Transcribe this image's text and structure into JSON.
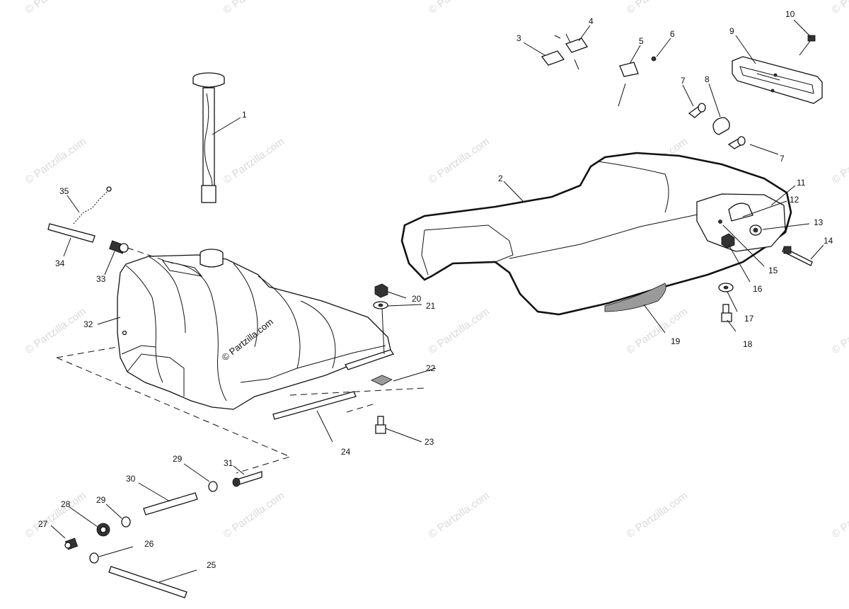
{
  "watermark_text": "© Partzilla.com",
  "tank_label": "© Partzilla.com",
  "callouts": [
    {
      "id": "1",
      "text": "1"
    },
    {
      "id": "2",
      "text": "2"
    },
    {
      "id": "3",
      "text": "3"
    },
    {
      "id": "4",
      "text": "4"
    },
    {
      "id": "5",
      "text": "5"
    },
    {
      "id": "6",
      "text": "6"
    },
    {
      "id": "7a",
      "text": "7"
    },
    {
      "id": "7b",
      "text": "7"
    },
    {
      "id": "8",
      "text": "8"
    },
    {
      "id": "9",
      "text": "9"
    },
    {
      "id": "10",
      "text": "10"
    },
    {
      "id": "11",
      "text": "11"
    },
    {
      "id": "12",
      "text": "12"
    },
    {
      "id": "13",
      "text": "13"
    },
    {
      "id": "14",
      "text": "14"
    },
    {
      "id": "15",
      "text": "15"
    },
    {
      "id": "16",
      "text": "16"
    },
    {
      "id": "17",
      "text": "17"
    },
    {
      "id": "18",
      "text": "18"
    },
    {
      "id": "19",
      "text": "19"
    },
    {
      "id": "20",
      "text": "20"
    },
    {
      "id": "21",
      "text": "21"
    },
    {
      "id": "22",
      "text": "22"
    },
    {
      "id": "23",
      "text": "23"
    },
    {
      "id": "24",
      "text": "24"
    },
    {
      "id": "25",
      "text": "25"
    },
    {
      "id": "26",
      "text": "26"
    },
    {
      "id": "27",
      "text": "27"
    },
    {
      "id": "28",
      "text": "28"
    },
    {
      "id": "29a",
      "text": "29"
    },
    {
      "id": "29b",
      "text": "29"
    },
    {
      "id": "30",
      "text": "30"
    },
    {
      "id": "31",
      "text": "31"
    },
    {
      "id": "32",
      "text": "32"
    },
    {
      "id": "33",
      "text": "33"
    },
    {
      "id": "34",
      "text": "34"
    },
    {
      "id": "35",
      "text": "35"
    }
  ]
}
